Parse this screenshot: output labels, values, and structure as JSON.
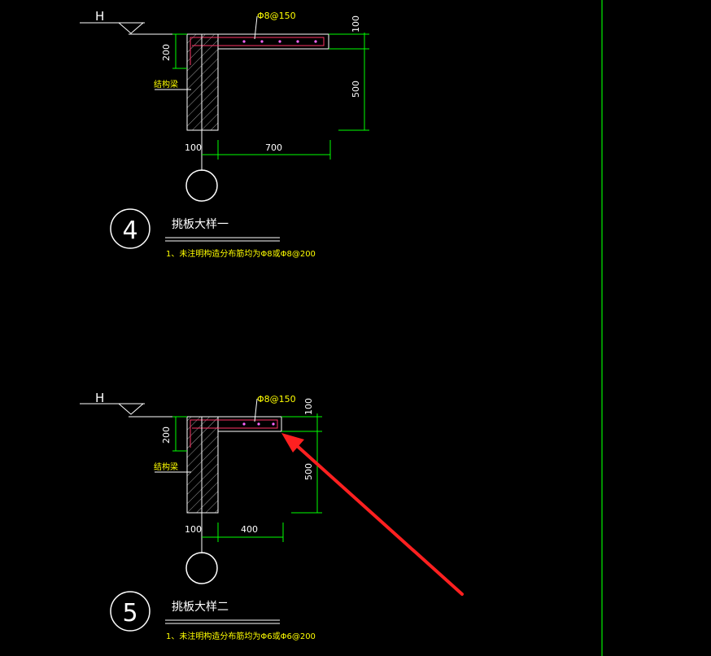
{
  "detail_4": {
    "elevation_label": "H",
    "rebar_label": "Φ8@150",
    "dim_depth": "200",
    "dim_slab": "100",
    "dim_height": "500",
    "dim_wall": "100",
    "dim_length": "700",
    "beam_label": "结构梁",
    "callout_number": "4",
    "title": "挑板大样一",
    "note": "1、未注明构造分布筋均为Φ8或Φ8@200"
  },
  "detail_5": {
    "elevation_label": "H",
    "rebar_label": "Φ8@150",
    "dim_depth": "200",
    "dim_slab": "100",
    "dim_height": "500",
    "dim_wall": "100",
    "dim_length": "400",
    "beam_label": "结构梁",
    "callout_number": "5",
    "title": "挑板大样二",
    "note": "1、未注明构造分布筋均为Φ6或Φ6@200"
  },
  "colors": {
    "background": "#000000",
    "lines": "#ffffff",
    "dimensions": "#00ff00",
    "labels": "#ffff00",
    "rebar": "#ff3366",
    "annotation_arrow": "#ff2020"
  }
}
